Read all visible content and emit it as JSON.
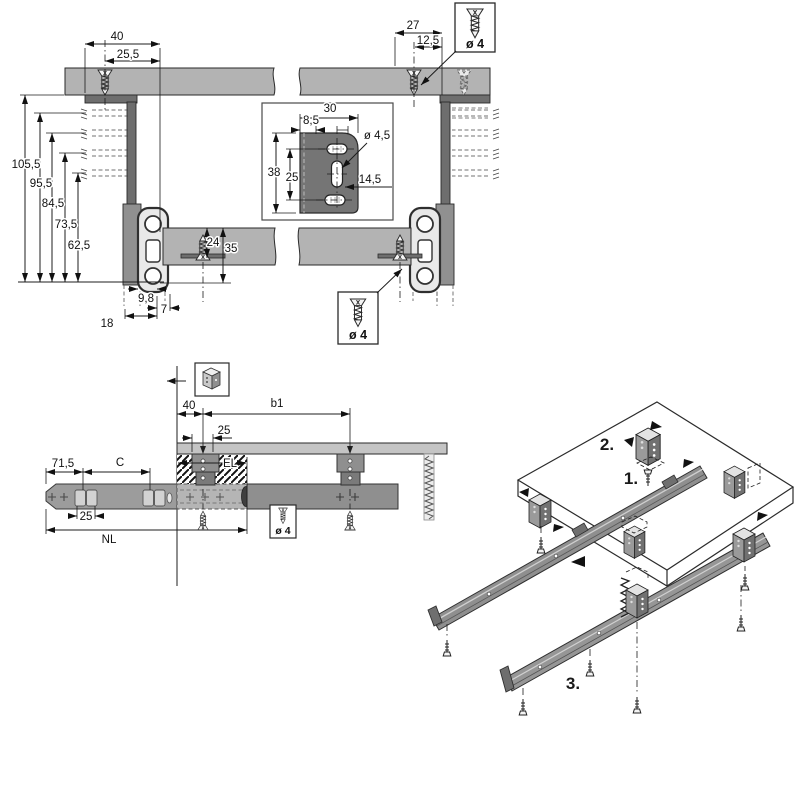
{
  "colors": {
    "background": "#ffffff",
    "wood_panel": "#b3b3b3",
    "top_bar": "#c4c4c4",
    "bracket": "#8f8f8f",
    "bracket_dark": "#6e6e6e",
    "rail": "#9c9c9c",
    "outline": "#2a2a2a"
  },
  "cross_section_view": {
    "top_left": {
      "overhang": "40",
      "screw_offset": "25,5"
    },
    "top_right": {
      "overhang": "27",
      "screw_offset": "12,5"
    },
    "heights": [
      "105,5",
      "95,5",
      "84,5",
      "73,5",
      "62,5"
    ],
    "rail": {
      "inner_height": "24",
      "outer_height": "35"
    },
    "bottom": {
      "slide_depth": "9,8",
      "gap": "7",
      "total_width": "18"
    },
    "screw_box_top_label": "ø 4",
    "screw_box_bottom_label": "ø 4"
  },
  "bracket_detail": {
    "width": "30",
    "hole_offset": "8,5",
    "hole_diameter": "ø 4,5",
    "height": "38",
    "hole_pitch": "25",
    "slot_offset": "14,5"
  },
  "plan_view": {
    "front_offset": "40",
    "b1": "b1",
    "hole_pitch": "25",
    "edge_offset": "71,5",
    "c": "C",
    "cutout_pitch": "25",
    "nl": "NL",
    "el": "EL",
    "screw_box_label": "ø 4"
  },
  "assembly_view": {
    "steps": [
      "1.",
      "2.",
      "3."
    ]
  }
}
